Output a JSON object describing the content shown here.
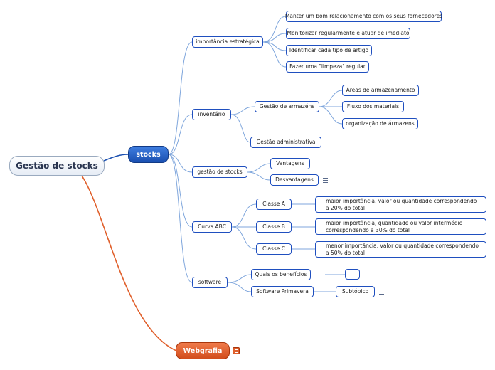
{
  "root": {
    "label": "Gestão de stocks"
  },
  "stocks": {
    "label": "stocks"
  },
  "webgrafia": {
    "label": "Webgrafia"
  },
  "branches": {
    "importancia": {
      "label": "importância estratégica",
      "items": [
        "Manter um bom relacionamento com os seus fornecedores",
        "Monitorizar regularmente e atuar de imediato",
        "Identificar cada tipo de artigo",
        "Fazer uma \"limpeza\" regular"
      ]
    },
    "inventario": {
      "label": "inventário",
      "armazens": {
        "label": "Gestão de armazéns",
        "items": [
          "Áreas de armazenamento",
          "Fluxo dos materiais",
          "organização de ármazens"
        ]
      },
      "administrativa": {
        "label": "Gestão administrativa"
      }
    },
    "gestao_stocks": {
      "label": "gestão de stocks",
      "items": [
        "Vantagens",
        "Desvantagens"
      ]
    },
    "abc": {
      "label": "Curva ABC",
      "classes": [
        {
          "label": "Classe A",
          "desc": "maior importância, valor ou quantidade correspondendo a 20% do total"
        },
        {
          "label": "Classe B",
          "desc": "maior importância, quantidade ou valor intermédio correspondendo a 30% do total"
        },
        {
          "label": "Classe C",
          "desc": "menor importância, valor ou quantidade correspondendo a 50% do total"
        }
      ]
    },
    "software": {
      "label": "software",
      "beneficios": {
        "label": "Quais os benefícios",
        "child": ""
      },
      "primavera": {
        "label": "Software Primavera",
        "child": "Subtópico"
      }
    }
  }
}
